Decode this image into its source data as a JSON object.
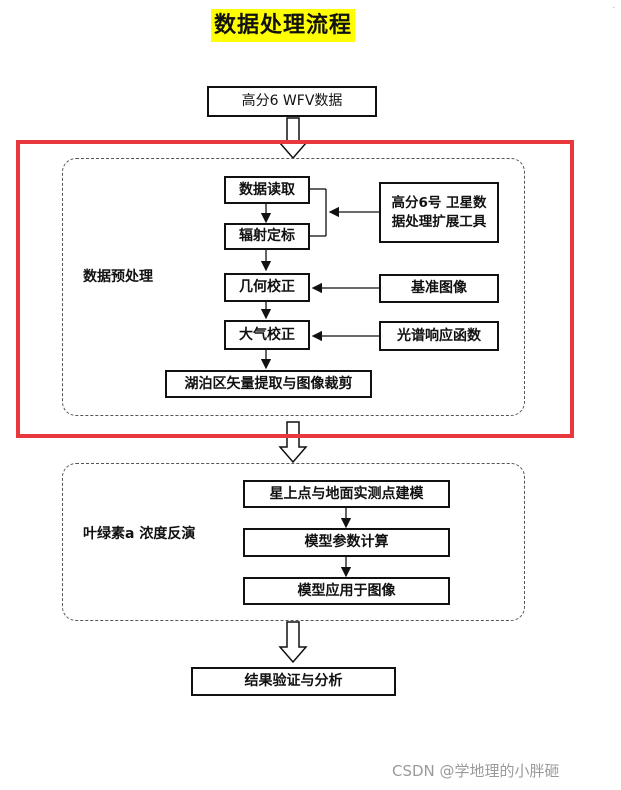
{
  "title": "数据处理流程",
  "top_node": "高分6  WFV数据",
  "group1": {
    "label": "数据预处理",
    "steps": [
      "数据读取",
      "辐射定标",
      "几何校正",
      "大气校正",
      "湖泊区矢量提取与图像裁剪"
    ],
    "inputs": {
      "tool": "高分6号  卫星数据处理扩展工具",
      "reference": "基准图像",
      "spectral": "光谱响应函数"
    }
  },
  "group2": {
    "label": "叶绿素a 浓度反演",
    "steps": [
      "星上点与地面实测点建模",
      "模型参数计算",
      "模型应用于图像"
    ]
  },
  "result_node": "结果验证与分析",
  "watermark": "CSDN @学地理的小胖砸",
  "colors": {
    "highlight_frame": "#e8383d",
    "title_bg": "#ffff00"
  }
}
